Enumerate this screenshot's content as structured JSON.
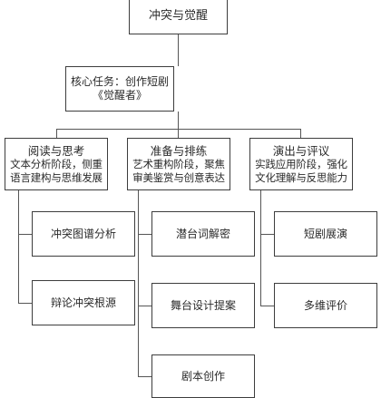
{
  "root": {
    "label": "冲突与觉醒"
  },
  "core": {
    "line1": "核心任务：创作短剧",
    "line2": "《觉醒者》"
  },
  "stages": [
    {
      "title": "阅读与思考",
      "desc1": "文本分析阶段，侧重",
      "desc2": "语言建构与思维发展",
      "children": [
        "冲突图谱分析",
        "辩论冲突根源"
      ]
    },
    {
      "title": "准备与排练",
      "desc1": "艺术重构阶段，聚焦",
      "desc2": "审美鉴赏与创意表达",
      "children": [
        "潜台词解密",
        "舞台设计提案",
        "剧本创作"
      ]
    },
    {
      "title": "演出与评议",
      "desc1": "实践应用阶段，强化",
      "desc2": "文化理解与反思能力",
      "children": [
        "短剧展演",
        "多维评价"
      ]
    }
  ]
}
